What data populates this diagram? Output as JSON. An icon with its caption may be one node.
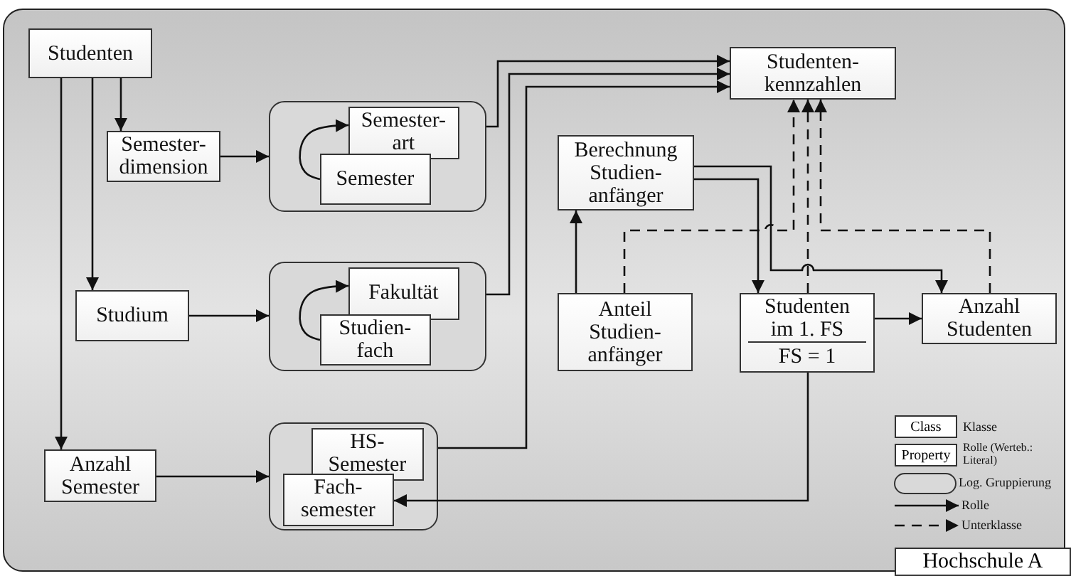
{
  "diagram": {
    "nodes": [
      {
        "text": [
          "Studenten"
        ]
      },
      {
        "text": [
          "Semester- dimension"
        ]
      },
      {
        "text": [],
        "shape": "box"
      },
      {
        "text": [
          "Semester- art"
        ],
        "in": 2
      },
      {
        "text": [
          "Semester"
        ],
        "in": 2
      },
      {
        "text": [
          "Studium"
        ]
      },
      {
        "text": [],
        "shape": "box"
      },
      {
        "text": [
          "Fakultät"
        ],
        "in": 6
      },
      {
        "text": [
          "Studien- fach"
        ],
        "in": 6
      },
      {
        "text": [
          "Anzahl Semester"
        ]
      },
      {
        "text": [],
        "shape": "box"
      },
      {
        "text": [
          "HS- Semester"
        ],
        "in": 10
      },
      {
        "text": [
          "Fach- semester"
        ],
        "in": 10
      },
      {
        "text": [
          "Studenten- kennzahlen"
        ]
      },
      {
        "text": [
          "Berechnung Studien- anfänger"
        ]
      },
      {
        "text": [
          "Anteil Studien- anfänger"
        ]
      },
      {
        "text": [
          "Studenten im 1. FS",
          "FS = 1"
        ]
      },
      {
        "text": [
          "Anzahl Studenten"
        ]
      }
    ],
    "edges": [
      {
        "from": 0,
        "to": 1,
        "arrow": "to"
      },
      {
        "from": 0,
        "to": 5,
        "arrow": "to"
      },
      {
        "from": 0,
        "to": 9,
        "arrow": "to"
      },
      {
        "from": 1,
        "to": 2,
        "arrow": "to"
      },
      {
        "from": 5,
        "to": 6,
        "arrow": "to"
      },
      {
        "from": 9,
        "to": 10,
        "arrow": "to"
      },
      {
        "from": 4,
        "to": 3,
        "arrow": "to"
      },
      {
        "from": 8,
        "to": 7,
        "arrow": "to"
      },
      {
        "from": 2,
        "to": 13,
        "arrow": "to"
      },
      {
        "from": 6,
        "to": 13,
        "arrow": "to"
      },
      {
        "from": 10,
        "to": 13,
        "arrow": "to"
      },
      {
        "from": 15,
        "to": 14,
        "arrow": "to"
      },
      {
        "from": 14,
        "to": 16,
        "arrow": "to"
      },
      {
        "from": 14,
        "to": 17,
        "arrow": "to"
      },
      {
        "from": 16,
        "to": 12,
        "arrow": "to"
      },
      {
        "from": 16,
        "to": 17,
        "arrow": "to"
      },
      {
        "from": 15,
        "to": 13,
        "arrow": "to",
        "style": "dashed"
      },
      {
        "from": 16,
        "to": 13,
        "arrow": "to",
        "style": "dashed"
      },
      {
        "from": 17,
        "to": 13,
        "arrow": "to",
        "style": "dashed"
      }
    ],
    "labels": [
      "Class",
      "Property",
      "Hochschule A"
    ],
    "legend": [
      {
        "text": "Klasse"
      },
      {
        "text": "Rolle (Werteb.: Literal)"
      },
      {
        "text": "Log. Gruppierung"
      },
      {
        "text": "Rolle"
      },
      {
        "text": "Unterklasse"
      }
    ]
  }
}
